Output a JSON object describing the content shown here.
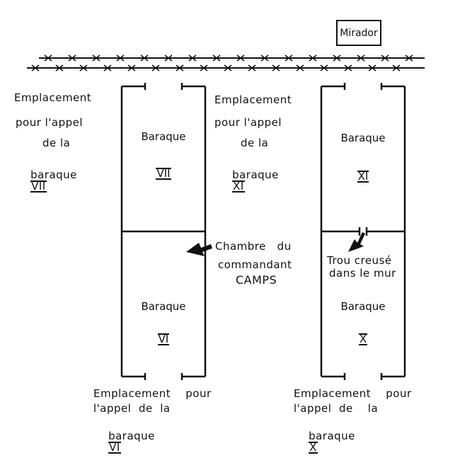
{
  "watchtower": {
    "label": "Mirador"
  },
  "barracks": {
    "vii": {
      "name": "Baraque",
      "number": "VII"
    },
    "vi": {
      "name": "Baraque",
      "number": "VI"
    },
    "xi": {
      "name": "Baraque",
      "number": "XI"
    },
    "x": {
      "name": "Baraque",
      "number": "X"
    }
  },
  "rollcall": {
    "vii": {
      "line1": "Emplacement",
      "line2": "pour l'appel",
      "line3": "de la",
      "line4": "baraque",
      "number": "VII"
    },
    "xi": {
      "line1": "Emplacement",
      "line2": "pour l'appel",
      "line3": "de la",
      "line4": "baraque",
      "number": "XI"
    },
    "vi": {
      "line1": "Emplacement    pour",
      "line2": "l'appel  de  la",
      "line3": "baraque",
      "number": "VI"
    },
    "x": {
      "line1": "Emplacement    pour",
      "line2": "l'appel  de    la",
      "line3": "baraque",
      "number": "X"
    }
  },
  "annotations": {
    "commander": {
      "line1": "Chambre   du",
      "line2": "commandant",
      "line3": "CAMPS"
    },
    "hole": {
      "line1": "Trou creusé",
      "line2": "dans le mur"
    }
  },
  "colors": {
    "ink": "#111111",
    "paper": "#ffffff"
  }
}
